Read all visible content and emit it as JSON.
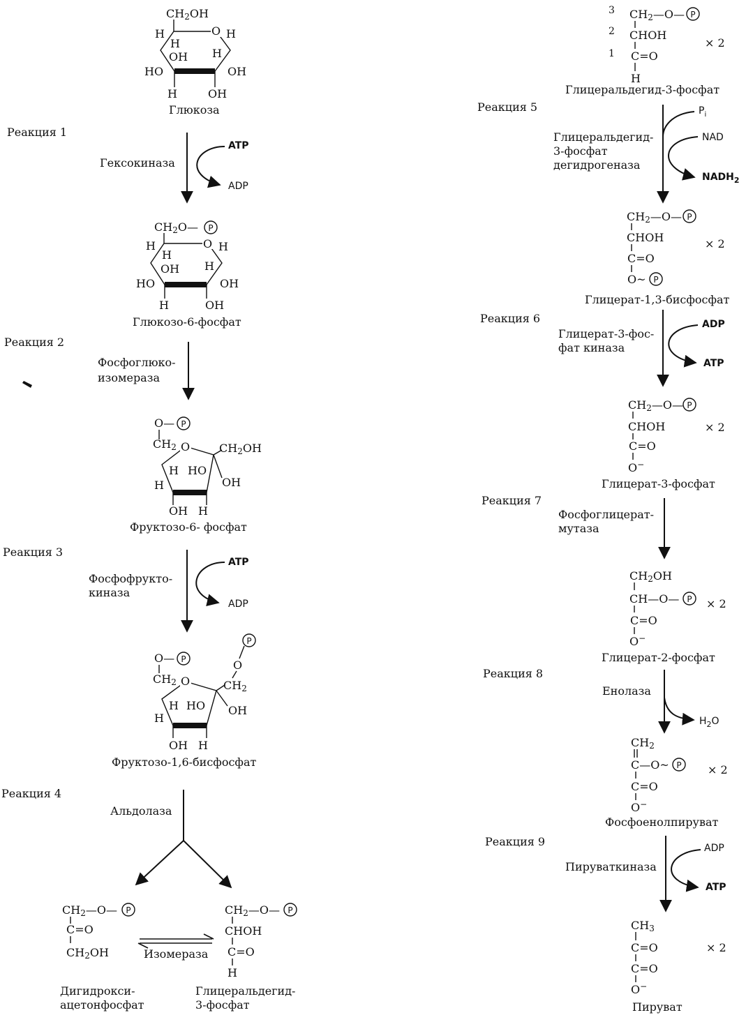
{
  "reactions": [
    {
      "id": "r1",
      "label": "Реакция 1",
      "enzyme": [
        "Гексокиназа"
      ],
      "in": "ATP",
      "out": "ADP"
    },
    {
      "id": "r2",
      "label": "Реакция 2",
      "enzyme": [
        "Фосфоглюко-",
        "изомераза"
      ]
    },
    {
      "id": "r3",
      "label": "Реакция 3",
      "enzyme": [
        "Фосфофрукто-",
        "киназа"
      ],
      "in": "ATP",
      "out": "ADP"
    },
    {
      "id": "r4",
      "label": "Реакция 4",
      "enzyme": [
        "Альдолаза"
      ],
      "isomerase": "Изомераза"
    },
    {
      "id": "r5",
      "label": "Реакция 5",
      "enzyme": [
        "Глицеральдегид-",
        "3-фосфат",
        "дегидрогеназа"
      ],
      "in1": "Pi",
      "in2": "NAD",
      "out": "NADH2"
    },
    {
      "id": "r6",
      "label": "Реакция 6",
      "enzyme": [
        "Глицерат-3-фос-",
        "фат киназа"
      ],
      "in": "ADP",
      "out": "ATP"
    },
    {
      "id": "r7",
      "label": "Реакция 7",
      "enzyme": [
        "Фосфоглицерат-",
        "мутаза"
      ]
    },
    {
      "id": "r8",
      "label": "Реакция 8",
      "enzyme": [
        "Енолаза"
      ],
      "out": "H2O"
    },
    {
      "id": "r9",
      "label": "Реакция 9",
      "enzyme": [
        "Пируваткиназа"
      ],
      "in": "ADP",
      "out": "ATP"
    }
  ],
  "compounds": {
    "glucose": "Глюкоза",
    "g6p": "Глюкозо-6-фосфат",
    "f6p": "Фруктозо-6- фосфат",
    "fbp": "Фруктозо-1,6-бисфосфат",
    "dhap": [
      "Дигидрокси-",
      "ацетонфосфат"
    ],
    "gap_left": [
      "Глицеральдегид-",
      "3-фосфат"
    ],
    "gap": "Глицеральдегид-3-фосфат",
    "bpg": "Глицерат-1,3-бисфосфат",
    "pg3": "Глицерат-3-фосфат",
    "pg2": "Глицерат-2-фосфат",
    "pep": "Фосфоенолпируват",
    "pyruvate": "Пируват"
  },
  "multiplier": "× 2",
  "carbon_numbers": [
    "3",
    "2",
    "1"
  ]
}
